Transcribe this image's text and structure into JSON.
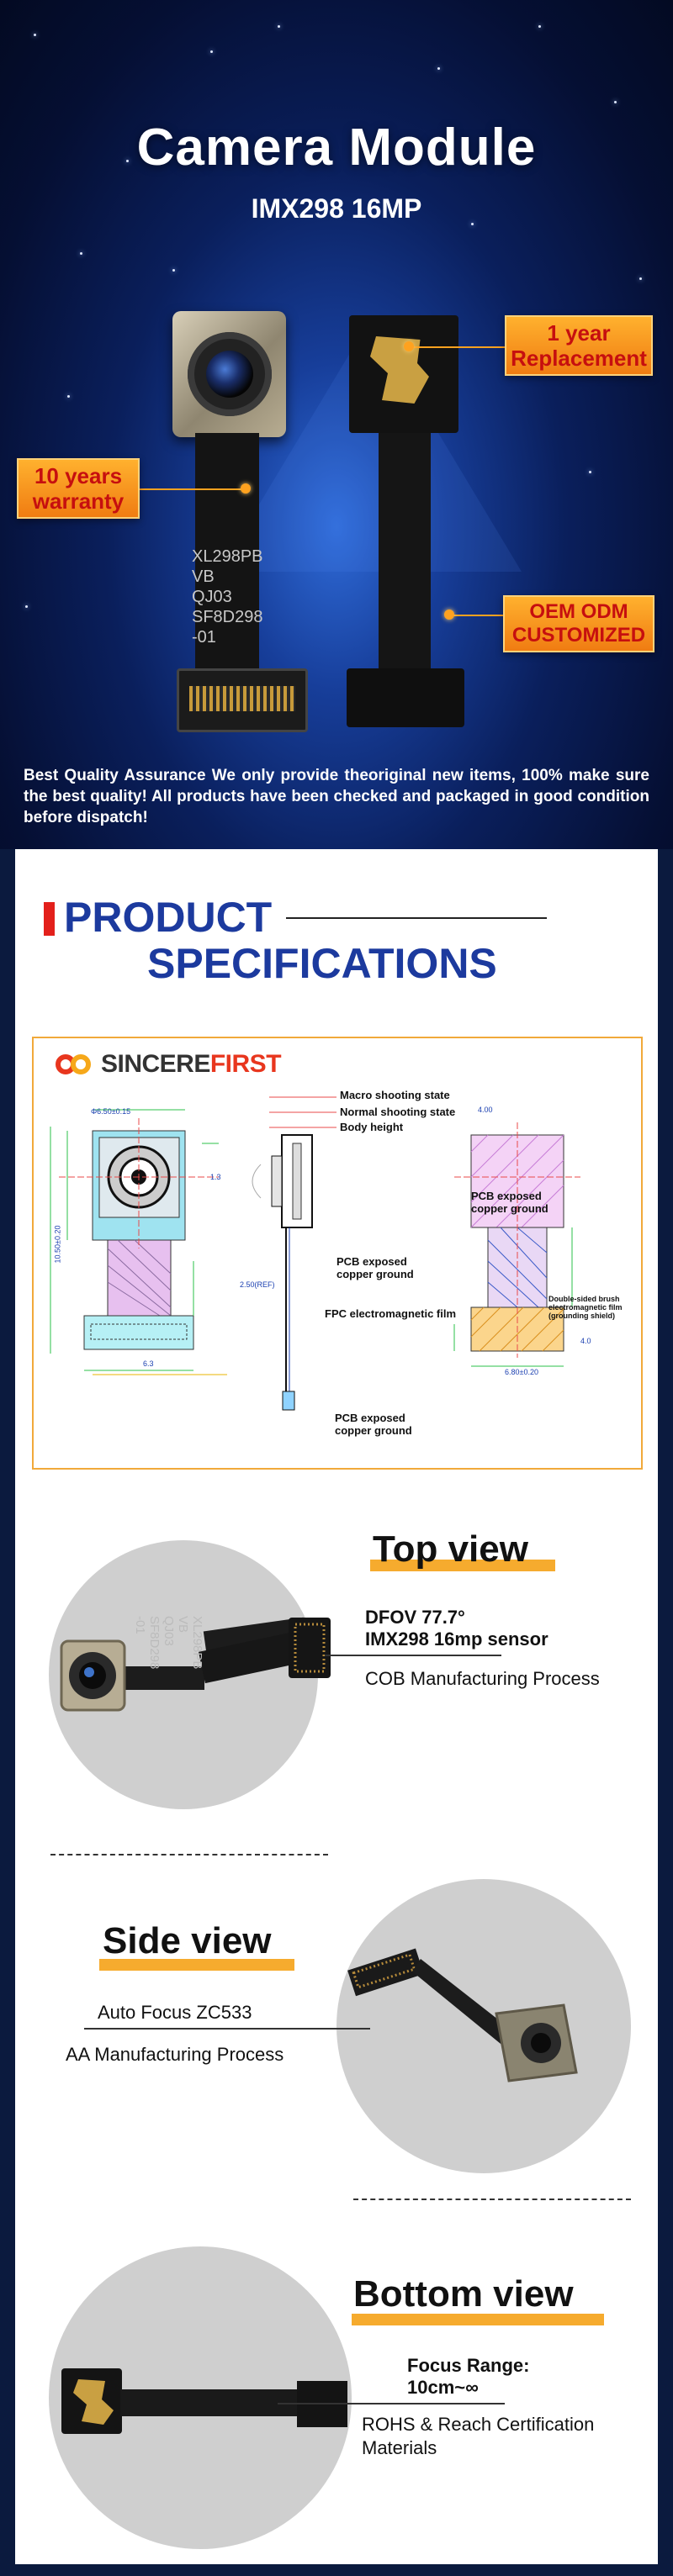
{
  "hero": {
    "title": "Camera Module",
    "subtitle": "IMX298 16MP",
    "tags": [
      "1 year\nReplacement",
      "10 years\nwarranty",
      "OEM ODM\nCUSTOMIZED"
    ],
    "flex_print": "XL298PB\nVB\nQJ03\nSF8D298\n-01",
    "paragraph": "Best Quality Assurance We only provide theoriginal new items, 100% make sure the best quality! All products have been checked and packaged in good condition before dispatch!",
    "accent": "#f5a623"
  },
  "specs": {
    "title_line1": "PRODUCT",
    "title_line2": "SPECIFICATIONS",
    "brand_a": "SINCERE",
    "brand_b": "FIRST",
    "labels": {
      "macro": "Macro shooting state",
      "normal": "Normal shooting state",
      "body": "Body height",
      "pcb1": "PCB exposed\ncopper ground",
      "pcb2": "PCB exposed\ncopper ground",
      "pcb3": "PCB exposed\ncopper ground",
      "fpc": "FPC electromagnetic film",
      "shield": "Double-sided brush\nelectromagnetic film\n(grounding shield)"
    }
  },
  "views": {
    "top": {
      "title": "Top view",
      "line1": "DFOV 77.7°",
      "line2": "IMX298 16mp sensor",
      "line3": "COB Manufacturing Process",
      "flex_print": "XL298PB\nVB\nQJ03\nSF8D298\n-01"
    },
    "side": {
      "title": "Side view",
      "line1": "Auto Focus ZC533",
      "line2": "AA Manufacturing Process"
    },
    "bottom": {
      "title": "Bottom view",
      "line1": "Focus Range:",
      "line2": "10cm~∞",
      "line3": "ROHS & Reach Certification\nMaterials"
    }
  }
}
